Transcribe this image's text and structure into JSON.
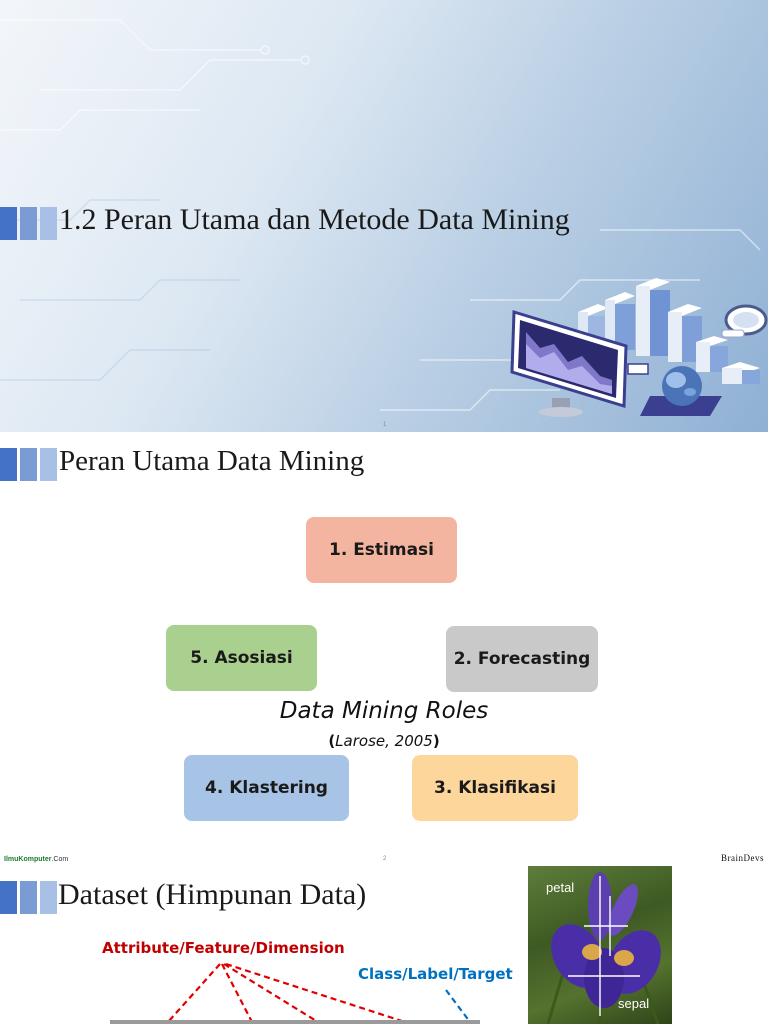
{
  "slide1": {
    "title": "1.2 Peran Utama dan Metode Data Mining",
    "page_number": "1",
    "illustration": "data-analytics-illustration"
  },
  "slide2": {
    "title": "Peran Utama Data Mining",
    "roles": [
      {
        "label": "1. Estimasi",
        "color": "#f4b5a0"
      },
      {
        "label": "2. Forecasting",
        "color": "#c9c9c9"
      },
      {
        "label": "3. Klasifikasi",
        "color": "#fdd69c"
      },
      {
        "label": "4. Klastering",
        "color": "#a7c3e6"
      },
      {
        "label": "5. Asosiasi",
        "color": "#a9d08e"
      }
    ],
    "caption": "Data Mining Roles",
    "citation_open": "(",
    "citation_text": "Larose, 2005",
    "citation_close": ")"
  },
  "slide3": {
    "logo_left_main": "IlmuKomputer",
    "logo_left_suffix": ".Com",
    "logo_right": "BrainDevs",
    "page_number": "2",
    "title": "Dataset (Himpunan Data)",
    "attribute_label": "Attribute/Feature/Dimension",
    "class_label": "Class/Label/Target",
    "attribute_color": "#c00000",
    "class_color": "#0070c0",
    "iris_petal": "petal",
    "iris_sepal": "sepal"
  }
}
